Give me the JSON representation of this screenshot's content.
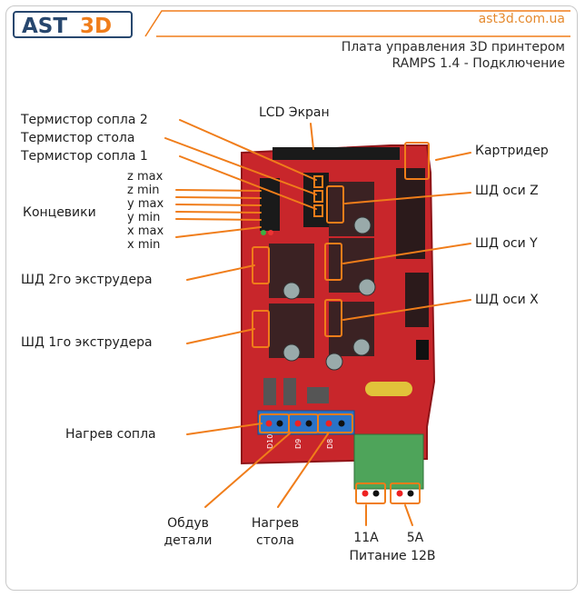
{
  "header": {
    "logo_ast": "AST",
    "logo_3d": "3D",
    "site": "ast3d.com.ua",
    "title_line1": "Плата управления 3D принтером",
    "title_line2": "RAMPS 1.4 - Подключение"
  },
  "labels": {
    "therm_nozzle2": "Термистор сопла 2",
    "therm_bed": "Термистор стола",
    "therm_nozzle1": "Термистор сопла 1",
    "lcd": "LCD Экран",
    "card_reader": "Картридер",
    "z_max": "z max",
    "z_min": "z min",
    "y_max": "y max",
    "y_min": "y min",
    "x_max": "x max",
    "x_min": "x min",
    "endstops": "Концевики",
    "drv_e2": "ШД 2го экструдера",
    "drv_e1": "ШД 1го экструдера",
    "drv_z": "ШД оси Z",
    "drv_y": "ШД оси Y",
    "drv_x": "ШД оси X",
    "nozzle_heat": "Нагрев сопла",
    "fan_line1": "Обдув",
    "fan_line2": "детали",
    "bed_heat_line1": "Нагрев",
    "bed_heat_line2": "стола",
    "amp_11": "11А",
    "amp_5": "5А",
    "power": "Питание 12В"
  },
  "board_marks": {
    "d10": "D10",
    "d9": "D9",
    "d8": "D8"
  },
  "colors": {
    "accent": "#f07d1a",
    "board": "#c8262b",
    "board_dark": "#8e1418",
    "header_pin": "#1a1a1a",
    "connector_green": "#4ea45a",
    "logo_blue": "#27476e",
    "logo_orange": "#f07d1a"
  }
}
